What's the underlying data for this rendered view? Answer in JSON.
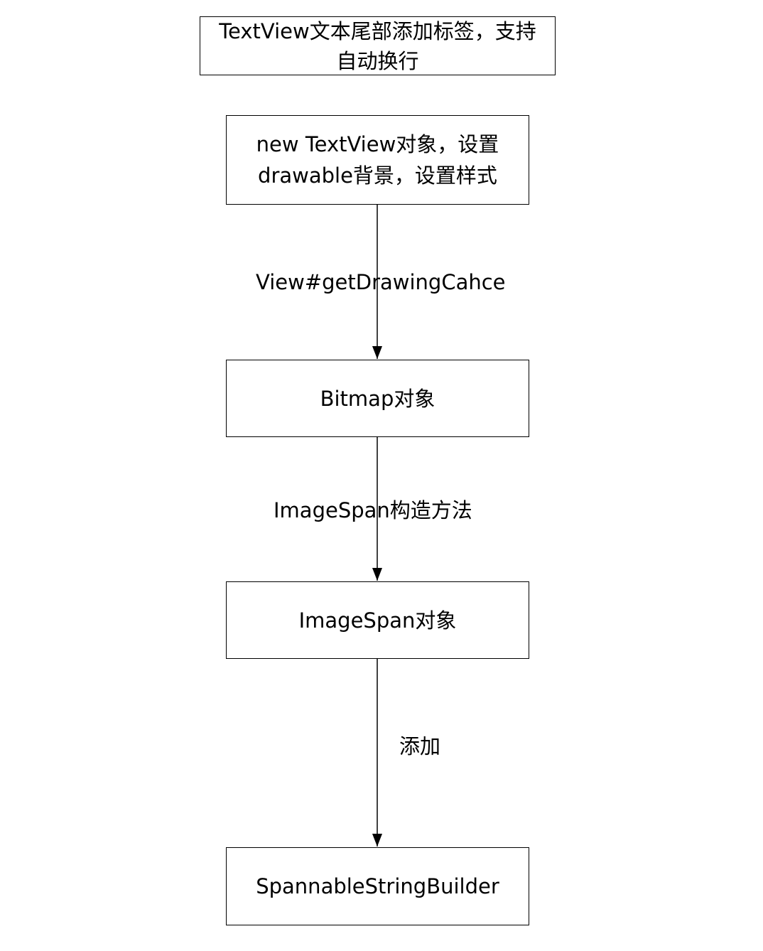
{
  "title_box": {
    "line1": "TextView文本尾部添加标签，支持",
    "line2": "自动换行"
  },
  "nodes": {
    "textview": {
      "line1": "new TextView对象，设置",
      "line2": "drawable背景，设置样式"
    },
    "bitmap": "Bitmap对象",
    "imagespan": "ImageSpan对象",
    "builder": "SpannableStringBuilder"
  },
  "edges": {
    "get_drawing_cache": "View#getDrawingCahce",
    "imagespan_constructor": "ImageSpan构造方法",
    "add": "添加"
  }
}
